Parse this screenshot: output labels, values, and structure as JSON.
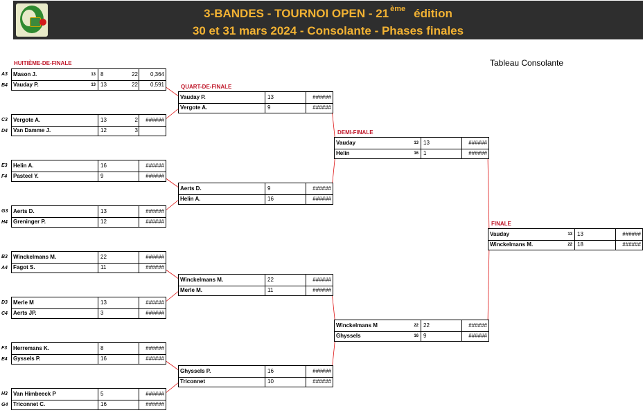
{
  "header": {
    "title_line1_main": "3-BANDES - TOURNOI OPEN - 21",
    "title_line1_sup": "ème",
    "title_line1_tail": "édition",
    "title_line2": "30 et 31 mars 2024 - Consolante - Phases finales"
  },
  "right_title": "Tableau Consolante",
  "round_labels": {
    "r16": "HUITIÈME-DE-FINALE",
    "qf": "QUART-DE-FINALE",
    "sf": "DEMI-FINALE",
    "final": "FINALE"
  },
  "r16": [
    {
      "players": [
        {
          "seed": "A3",
          "name": "Mason J.",
          "handicap": "13",
          "score": "8",
          "innings": "22",
          "average": "0,364"
        },
        {
          "seed": "B4",
          "name": "Vauday P.",
          "handicap": "13",
          "score": "13",
          "innings": "22",
          "average": "0,591"
        }
      ]
    },
    {
      "players": [
        {
          "seed": "C3",
          "name": "Vergote A.",
          "handicap": "",
          "score": "13",
          "innings": "2",
          "average": "######"
        },
        {
          "seed": "D4",
          "name": "Van Damme J.",
          "handicap": "",
          "score": "12",
          "innings": "3",
          "average": ""
        }
      ]
    },
    {
      "players": [
        {
          "seed": "E3",
          "name": "Helin A.",
          "handicap": "",
          "score": "16",
          "innings": "",
          "average": "######"
        },
        {
          "seed": "F4",
          "name": "Pasteel Y.",
          "handicap": "",
          "score": "9",
          "innings": "",
          "average": "######"
        }
      ]
    },
    {
      "players": [
        {
          "seed": "G3",
          "name": "Aerts D.",
          "handicap": "",
          "score": "13",
          "innings": "",
          "average": "######"
        },
        {
          "seed": "H4",
          "name": "Greninger P.",
          "handicap": "",
          "score": "12",
          "innings": "",
          "average": "######"
        }
      ]
    },
    {
      "players": [
        {
          "seed": "B3",
          "name": "Winckelmans M.",
          "handicap": "",
          "score": "22",
          "innings": "",
          "average": "######"
        },
        {
          "seed": "A4",
          "name": "Fagot S.",
          "handicap": "",
          "score": "11",
          "innings": "",
          "average": "######"
        }
      ]
    },
    {
      "players": [
        {
          "seed": "D3",
          "name": "Merle M",
          "handicap": "",
          "score": "13",
          "innings": "",
          "average": "######"
        },
        {
          "seed": "C4",
          "name": "Aerts JP.",
          "handicap": "",
          "score": "3",
          "innings": "",
          "average": "######"
        }
      ]
    },
    {
      "players": [
        {
          "seed": "F3",
          "name": "Herremans K.",
          "handicap": "",
          "score": "8",
          "innings": "",
          "average": "######"
        },
        {
          "seed": "E4",
          "name": "Gyssels P.",
          "handicap": "",
          "score": "16",
          "innings": "",
          "average": "######"
        }
      ]
    },
    {
      "players": [
        {
          "seed": "H3",
          "name": "Van Himbeeck P",
          "handicap": "",
          "score": "5",
          "innings": "",
          "average": "######"
        },
        {
          "seed": "G4",
          "name": "Triconnet C.",
          "handicap": "",
          "score": "16",
          "innings": "",
          "average": "######"
        }
      ]
    }
  ],
  "qf": [
    {
      "players": [
        {
          "name": "Vauday P.",
          "handicap": "",
          "score": "13",
          "innings": "",
          "average": "######"
        },
        {
          "name": "Vergote A.",
          "handicap": "",
          "score": "9",
          "innings": "",
          "average": "######"
        }
      ]
    },
    {
      "players": [
        {
          "name": "Aerts D.",
          "handicap": "",
          "score": "9",
          "innings": "",
          "average": "######"
        },
        {
          "name": "Helin A.",
          "handicap": "",
          "score": "16",
          "innings": "",
          "average": "######"
        }
      ]
    },
    {
      "players": [
        {
          "name": "Winckelmans M.",
          "handicap": "",
          "score": "22",
          "innings": "",
          "average": "######"
        },
        {
          "name": "Merle M.",
          "handicap": "",
          "score": "11",
          "innings": "",
          "average": "######"
        }
      ]
    },
    {
      "players": [
        {
          "name": "Ghyssels P.",
          "handicap": "",
          "score": "16",
          "innings": "",
          "average": "######"
        },
        {
          "name": "Triconnet",
          "handicap": "",
          "score": "10",
          "innings": "",
          "average": "######"
        }
      ]
    }
  ],
  "sf": [
    {
      "players": [
        {
          "name": "Vauday",
          "handicap": "13",
          "score": "13",
          "innings": "",
          "average": "######"
        },
        {
          "name": "Helin",
          "handicap": "16",
          "score": "1",
          "innings": "",
          "average": "######"
        }
      ]
    },
    {
      "players": [
        {
          "name": "Winckelmans M",
          "handicap": "22",
          "score": "22",
          "innings": "",
          "average": "######"
        },
        {
          "name": "Ghyssels",
          "handicap": "16",
          "score": "9",
          "innings": "",
          "average": "######"
        }
      ]
    }
  ],
  "final": [
    {
      "players": [
        {
          "name": "Vauday",
          "handicap": "13",
          "score": "13",
          "innings": "",
          "average": "######"
        },
        {
          "name": "Winckelmans M.",
          "handicap": "22",
          "score": "18",
          "innings": "",
          "average": "######"
        }
      ]
    }
  ],
  "colors": {
    "banner_bg": "#2e2e2e",
    "banner_text": "#f2b233",
    "round_label": "#c0192b",
    "connector": "#d11"
  }
}
